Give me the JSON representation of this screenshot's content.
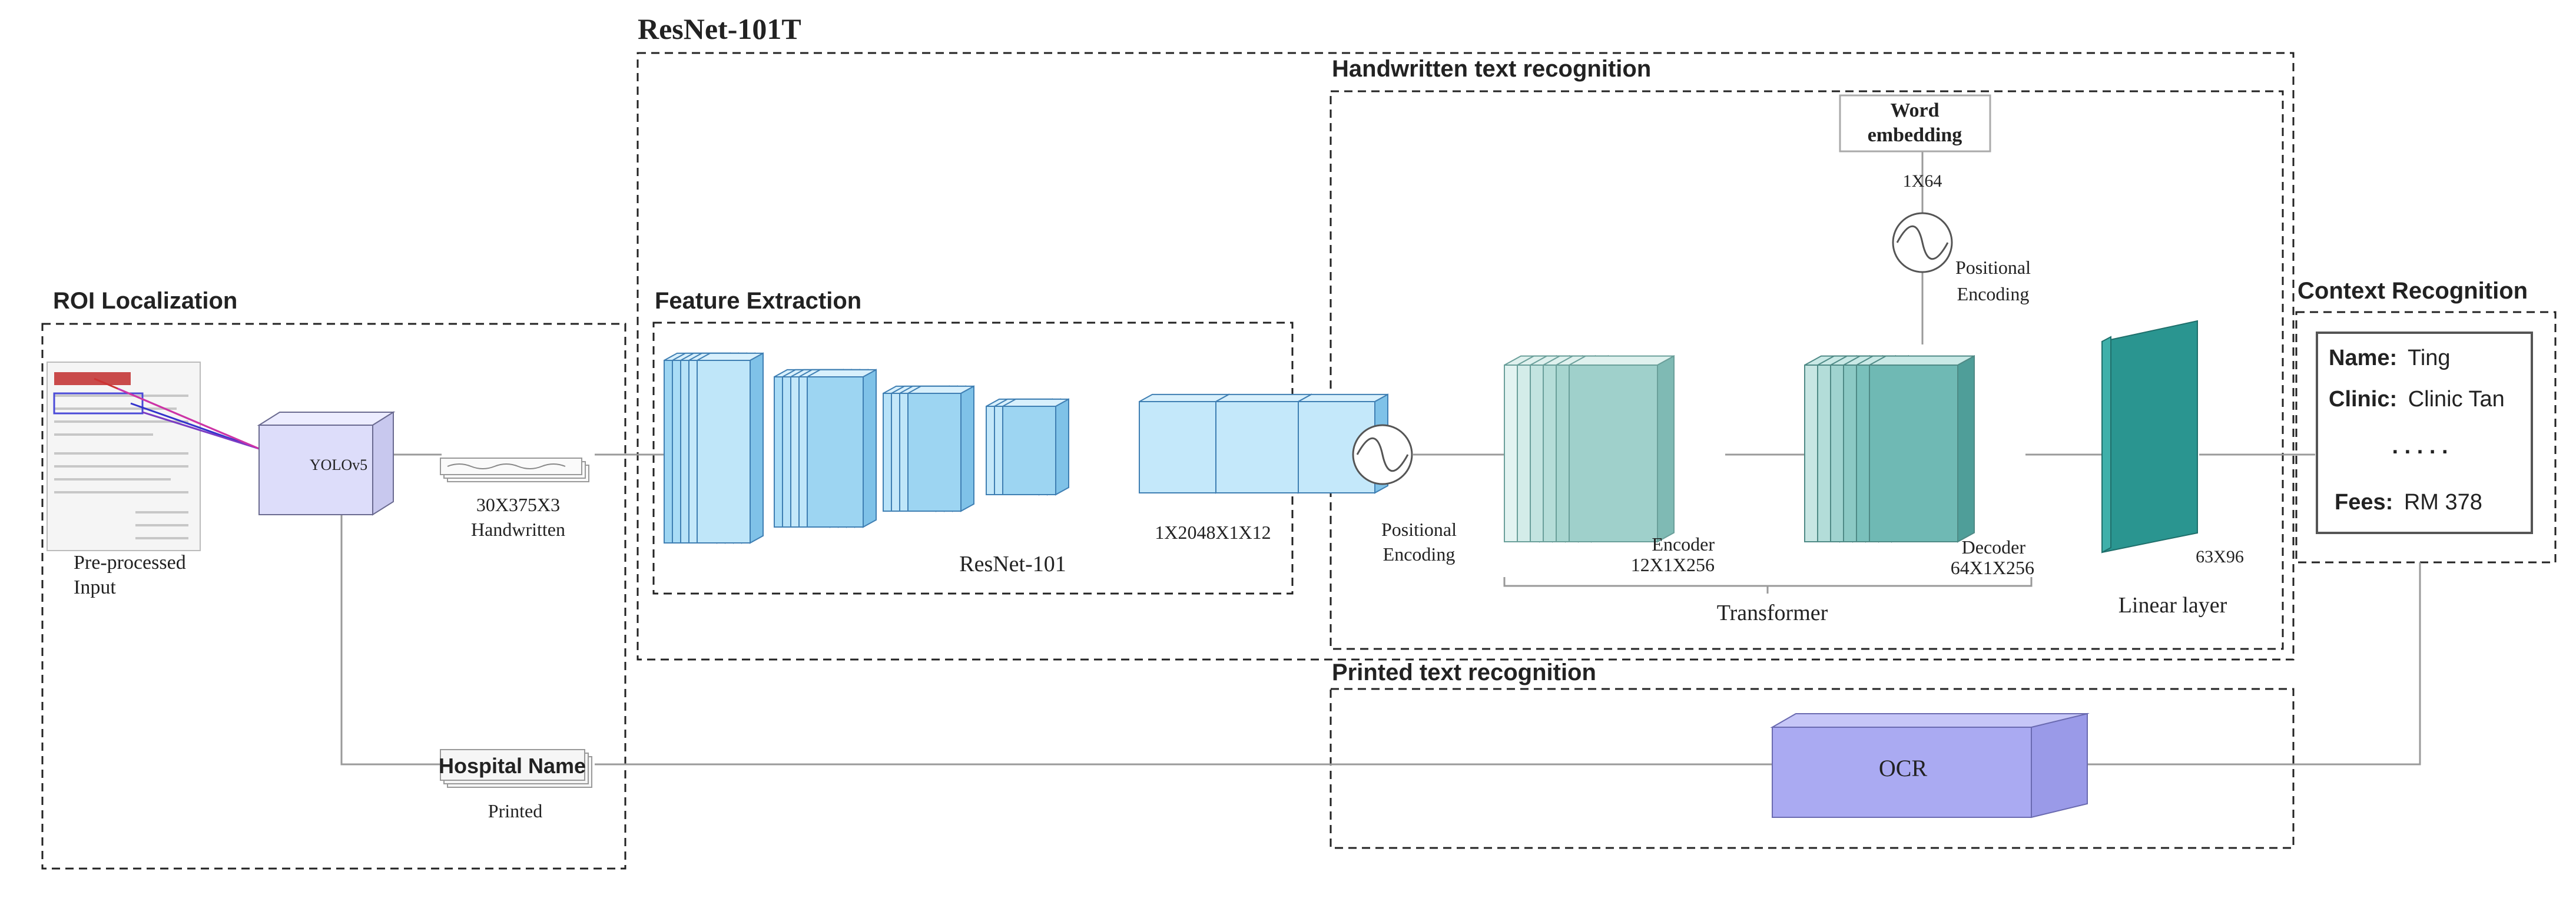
{
  "title": "ResNet-101T",
  "sections": {
    "roi": "ROI Localization",
    "feature": "Feature Extraction",
    "htr": "Handwritten text recognition",
    "printed": "Printed text recognition",
    "context": "Context Recognition"
  },
  "labels": {
    "preprocessed": "Pre-processed",
    "input": "Input",
    "yolo": "YOLOv5",
    "dims_handwritten": "30X375X3",
    "handwritten": "Handwritten",
    "printed": "Printed",
    "hospital_name": "Hospital Name",
    "resnet101": "ResNet-101",
    "feat_dims": "1X2048X1X12",
    "positional": "Positional",
    "encoding": "Encoding",
    "word": "Word",
    "embedding": "embedding",
    "emb_dims": "1X64",
    "encoder": "Encoder",
    "encoder_dims": "12X1X256",
    "decoder": "Decoder",
    "decoder_dims": "64X1X256",
    "transformer": "Transformer",
    "linear_dims": "63X96",
    "linear_layer": "Linear layer",
    "ocr": "OCR"
  },
  "context_card": {
    "name_key": "Name:",
    "name_val": "Ting",
    "clinic_key": "Clinic:",
    "clinic_val": "Clinic Tan",
    "dots": ". . . . .",
    "fees_key": "Fees:",
    "fees_val": "RM 378"
  },
  "colors": {
    "resnet_fill": "#a9dcf6",
    "resnet_stroke": "#3f7fb3",
    "encoder_fill": "#9fd0cb",
    "decoder_fill": "#6fb9b4",
    "linear_fill": "#2a9590",
    "box_fill": "#ddddfa",
    "ocr_fill": "#aaaaf2"
  }
}
